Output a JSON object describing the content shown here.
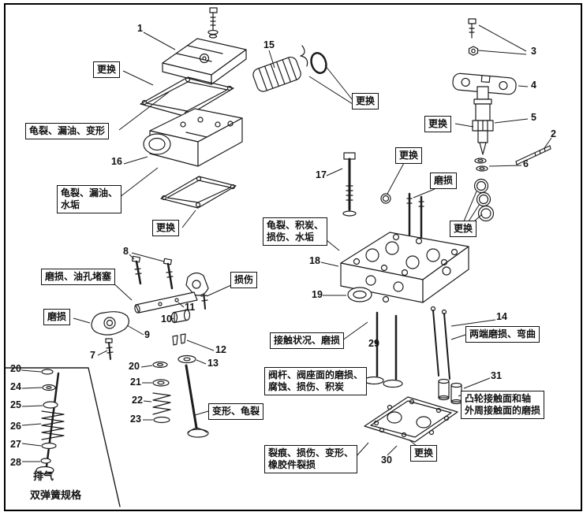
{
  "figure": {
    "background": "#ffffff",
    "line_color": "#1c1c1c",
    "border_color": "#000000"
  },
  "callouts": [
    {
      "n": "1"
    },
    {
      "n": "2"
    },
    {
      "n": "3"
    },
    {
      "n": "4"
    },
    {
      "n": "5"
    },
    {
      "n": "6"
    },
    {
      "n": "7"
    },
    {
      "n": "8"
    },
    {
      "n": "9"
    },
    {
      "n": "10"
    },
    {
      "n": "11"
    },
    {
      "n": "12"
    },
    {
      "n": "13"
    },
    {
      "n": "14"
    },
    {
      "n": "15"
    },
    {
      "n": "16"
    },
    {
      "n": "17"
    },
    {
      "n": "18"
    },
    {
      "n": "19"
    },
    {
      "n": "20"
    },
    {
      "n": "21"
    },
    {
      "n": "22"
    },
    {
      "n": "23"
    },
    {
      "n": "29"
    },
    {
      "n": "30"
    },
    {
      "n": "31"
    }
  ],
  "inset_callouts": [
    {
      "n": "20"
    },
    {
      "n": "24"
    },
    {
      "n": "25"
    },
    {
      "n": "26"
    },
    {
      "n": "27"
    },
    {
      "n": "28"
    }
  ],
  "labels": [
    {
      "id": "replace-cover",
      "lines": [
        "更换"
      ]
    },
    {
      "id": "crack-leak-deform",
      "lines": [
        "龟裂、漏油、变形"
      ]
    },
    {
      "id": "crack-leak-scale",
      "lines": [
        "龟裂、漏油、",
        "水垢"
      ]
    },
    {
      "id": "replace-housing-gasket",
      "lines": [
        "更换"
      ]
    },
    {
      "id": "wear-oilhole-clog",
      "lines": [
        "磨损、油孔堵塞"
      ]
    },
    {
      "id": "wear-rocker-arm",
      "lines": [
        "磨损"
      ]
    },
    {
      "id": "damage",
      "lines": [
        "损伤"
      ]
    },
    {
      "id": "replace-hose-oring",
      "lines": [
        "更换"
      ]
    },
    {
      "id": "replace-injector",
      "lines": [
        "更换"
      ]
    },
    {
      "id": "replace-head-oring",
      "lines": [
        "更换"
      ]
    },
    {
      "id": "wear-studs",
      "lines": [
        "磨损"
      ]
    },
    {
      "id": "replace-orings",
      "lines": [
        "更换"
      ]
    },
    {
      "id": "crack-carbon-damage-scale",
      "lines": [
        "龟裂、积炭、",
        "损伤、水垢"
      ]
    },
    {
      "id": "contact-condition-wear",
      "lines": [
        "接触状况、磨损"
      ]
    },
    {
      "id": "both-ends-wear-bend",
      "lines": [
        "两端磨损、弯曲"
      ]
    },
    {
      "id": "valve-stem-seat-wear",
      "lines": [
        "阀杆、阀座面的磨损、",
        "腐蚀、损伤、积炭"
      ]
    },
    {
      "id": "deform-crack",
      "lines": [
        "变形、龟裂"
      ]
    },
    {
      "id": "cam-contact-wear",
      "lines": [
        "凸轮接触面和轴",
        "外周接触面的磨损"
      ]
    },
    {
      "id": "crack-damage-deform-rubber",
      "lines": [
        "裂痕、损伤、变形、",
        "橡胶件裂损"
      ]
    },
    {
      "id": "replace-head-gasket",
      "lines": [
        "更换"
      ]
    }
  ],
  "inset": {
    "caption_line1": "排气",
    "caption_line2": "双弹簧规格"
  }
}
